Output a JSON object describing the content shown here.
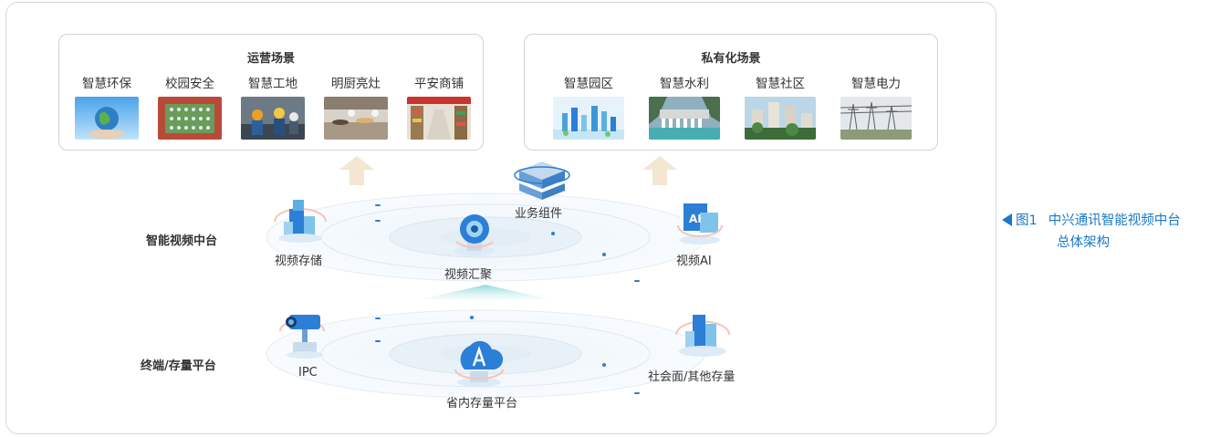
{
  "operational": {
    "title": "运营场景",
    "items": [
      "智慧环保",
      "校园安全",
      "智慧工地",
      "明厨亮灶",
      "平安商铺"
    ]
  },
  "private": {
    "title": "私有化场景",
    "items": [
      "智慧园区",
      "智慧水利",
      "智慧社区",
      "智慧电力"
    ]
  },
  "video_platform": {
    "title": "智能视频中台",
    "nodes": {
      "storage": "视频存储",
      "aggregation": "视频汇聚",
      "business": "业务组件",
      "ai": "视频AI"
    }
  },
  "terminal_platform": {
    "title": "终端/存量平台",
    "nodes": {
      "ipc": "IPC",
      "provincial": "省内存量平台",
      "social": "社会面/其他存量"
    }
  },
  "caption": {
    "figure": "图1",
    "line1": "中兴通讯智能视频中台",
    "line2": "总体架构"
  },
  "colors": {
    "accent": "#1a79c8",
    "arrow": "#f3e6d2",
    "ring": "#e9f1f8",
    "icon_blue": "#2c7fd6"
  }
}
